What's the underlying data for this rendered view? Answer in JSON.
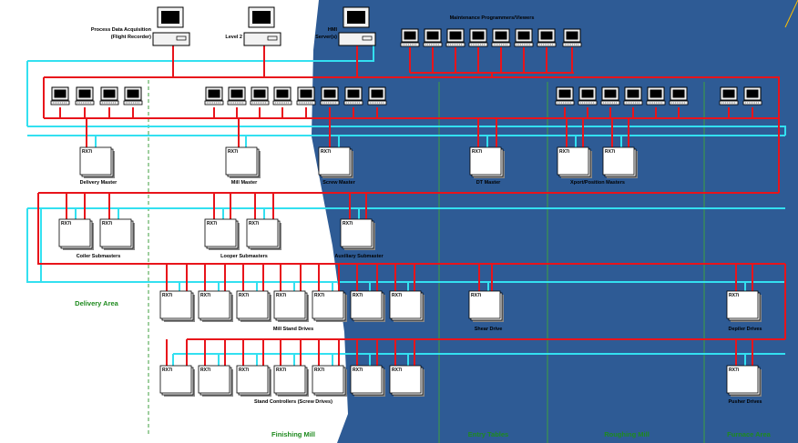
{
  "workstations": {
    "pda_label_1": "Process Data Acquisition",
    "pda_label_2": "(Flight Recorder)",
    "level2_label": "Level 2",
    "hmi_label_1": "HMI",
    "hmi_label_2": "Server(s)",
    "maint_label": "Maintenance Programmers/Viewers"
  },
  "controller_tag": "RX7i",
  "groups": {
    "delivery_master": "Delivery Master",
    "mill_master": "Mill Master",
    "screw_master": "Screw Master",
    "dt_master": "DT Master",
    "xport_masters": "Xport/Position Masters",
    "coiler_submasters": "Coiler Submasters",
    "looper_submasters": "Looper Submasters",
    "auxiliary_submaster": "Auxiliary Submaster",
    "mill_stand_drives": "Mill Stand Drives",
    "shear_drive": "Shear Drive",
    "depiler_drives": "Depiler Drives",
    "stand_controllers": "Stand Controllers (Screw Drives)",
    "pusher_drives": "Pusher Drives"
  },
  "areas": {
    "delivery": "Delivery Area",
    "finishing": "Finishing Mill",
    "entry": "Entry Tables",
    "roughing": "Roughing Mill",
    "furnace": "Furnace Area"
  },
  "colors": {
    "network_red": "#e8141b",
    "network_cyan": "#33e0f0",
    "background_blue": "#2e5b95",
    "area_green": "#1e8a1e",
    "divider_green": "#3f9f3f"
  }
}
